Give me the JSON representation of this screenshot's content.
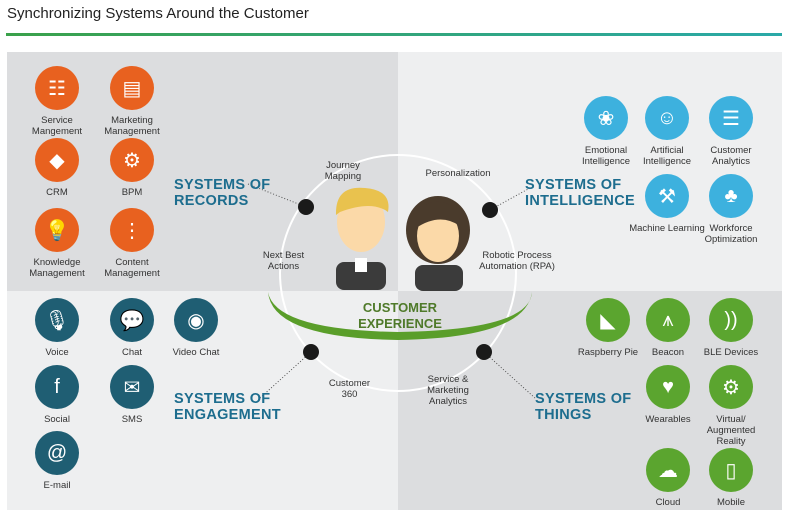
{
  "title": "Synchronizing Systems Around the Customer",
  "colors": {
    "records": "#e8611f",
    "intelligence": "#3db1de",
    "engagement": "#1f5e73",
    "things": "#5ba52f",
    "heading": "#1d6d8e",
    "experience": "#4f7a2a"
  },
  "quadrants": {
    "records": {
      "heading": [
        "SYSTEMS OF",
        "RECORDS"
      ],
      "items": [
        {
          "label": "Service Mangement",
          "icon": "sliders-icon"
        },
        {
          "label": "Marketing Management",
          "icon": "billboard-icon"
        },
        {
          "label": "CRM",
          "icon": "handshake-icon"
        },
        {
          "label": "BPM",
          "icon": "gears-icon"
        },
        {
          "label": "Knowledge Management",
          "icon": "lightbulb-icon"
        },
        {
          "label": "Content Management",
          "icon": "share-nodes-icon"
        }
      ]
    },
    "intelligence": {
      "heading": [
        "SYSTEMS OF",
        "INTELLIGENCE"
      ],
      "items": [
        {
          "label": "Emotional Intelligence",
          "icon": "brain-icon"
        },
        {
          "label": "Artificial Intelligence",
          "icon": "ai-head-icon"
        },
        {
          "label": "Customer Analytics",
          "icon": "report-icon"
        },
        {
          "label": "Machine Learning",
          "icon": "robot-arm-icon"
        },
        {
          "label": "Workforce Optimization",
          "icon": "org-chart-icon"
        }
      ]
    },
    "engagement": {
      "heading": [
        "SYSTEMS OF",
        "ENGAGEMENT"
      ],
      "items": [
        {
          "label": "Voice",
          "icon": "microphone-icon"
        },
        {
          "label": "Chat",
          "icon": "chat-bubble-icon"
        },
        {
          "label": "Video Chat",
          "icon": "webcam-icon"
        },
        {
          "label": "Social",
          "icon": "social-icon"
        },
        {
          "label": "SMS",
          "icon": "sms-icon"
        },
        {
          "label": "E-mail",
          "icon": "at-icon"
        }
      ]
    },
    "things": {
      "heading": [
        "SYSTEMS OF",
        "THINGS"
      ],
      "items": [
        {
          "label": "Raspberry Pie",
          "icon": "pie-icon"
        },
        {
          "label": "Beacon",
          "icon": "beacon-icon"
        },
        {
          "label": "BLE Devices",
          "icon": "wireless-icon"
        },
        {
          "label": "Wearables",
          "icon": "smartwatch-icon"
        },
        {
          "label": "Virtual/ Augmented Reality",
          "icon": "head-gears-icon"
        },
        {
          "label": "Cloud",
          "icon": "cloud-icon"
        },
        {
          "label": "Mobile",
          "icon": "phone-icon"
        }
      ]
    }
  },
  "center": {
    "title": "CUSTOMER EXPERIENCE",
    "labels": {
      "journey": "Journey Mapping",
      "personalization": "Personalization",
      "next_best": "Next Best Actions",
      "rpa": "Robotic Process Automation (RPA)",
      "customer360": "Customer 360",
      "analytics": "Service & Marketing Analytics"
    }
  }
}
